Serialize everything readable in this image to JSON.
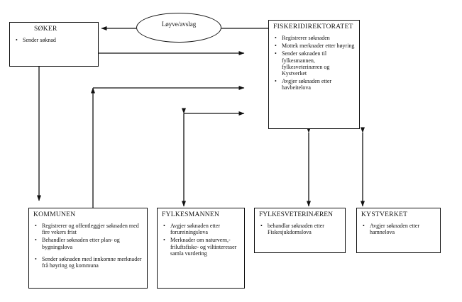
{
  "decision_label": "Løyve/avslag",
  "boxes": {
    "soker": {
      "title": "SØKER",
      "items": [
        "Sender søknad"
      ]
    },
    "fiskeridirektoratet": {
      "title": "FISKERIDIREKTORATET",
      "items": [
        "Registrerer søknaden",
        "Mottek merknader etter høyring",
        "Sender søknaden til fylkesmannen, fylkesveterinæren og Kystverket",
        "Avgjer søknaden etter havbeitelova"
      ]
    },
    "kommunen": {
      "title": "KOMMUNEN",
      "items": [
        "Registrerer og offentleggjer søknaden med fire vekers frist",
        "Behandler søknaden etter plan- og bygningslova",
        "Sender søknaden med innkomne merknader frå høyring og kommuna"
      ]
    },
    "fylkesmannen": {
      "title": "FYLKESMANNEN",
      "items": [
        "Avgjer søknaden etter forureiningslova",
        "Merknader om naturvern,- friluftsfiske- og viltinteresser samla vurdering"
      ]
    },
    "fylkesveterinaeren": {
      "title": "FYLKESVETERINÆREN",
      "items": [
        "behandlar søknaden etter Fiskesjukdomslova"
      ]
    },
    "kystverket": {
      "title": "KYSTVERKET",
      "items": [
        "Avgjer søknaden etter hamnelova"
      ]
    }
  }
}
